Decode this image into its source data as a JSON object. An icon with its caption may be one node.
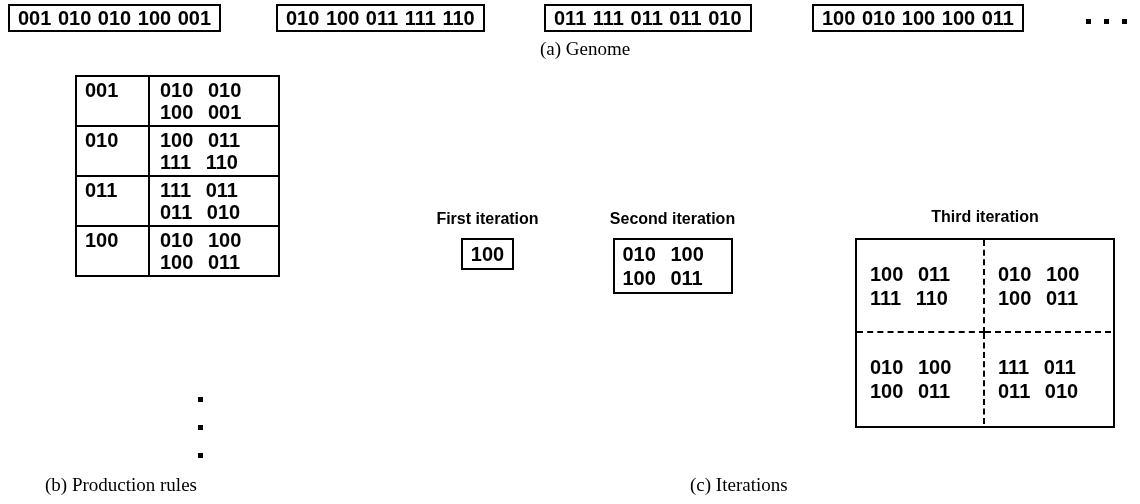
{
  "diagram": {
    "nodes": [
      {
        "text": [
          "001 010 010 100 001"
        ]
      },
      {
        "text": [
          "010 100 011 111 110"
        ]
      },
      {
        "text": [
          "011 111 011 011 010"
        ]
      },
      {
        "text": [
          "100 010 100 100 011"
        ]
      },
      {
        "text": [
          "First iteration",
          "100"
        ]
      },
      {
        "text": [
          "Second iteration",
          "010 100 100 011"
        ]
      },
      {
        "text": [
          "Third iteration"
        ]
      },
      {
        "text": [
          "100 011 111 110"
        ],
        "in": 6
      },
      {
        "text": [
          "010 100 100 011"
        ],
        "in": 6
      },
      {
        "text": [
          "010 100 100 011"
        ],
        "in": 6
      },
      {
        "text": [
          "111 011 011 010"
        ],
        "in": 6
      }
    ],
    "labels": [
      "(a) Genome",
      "001",
      "010 010 100 001",
      "010",
      "100 011 111 110",
      "011",
      "111 011 011 010",
      "100",
      "010 100 100 011",
      "(b) Production rules",
      "(c) Iterations"
    ]
  }
}
